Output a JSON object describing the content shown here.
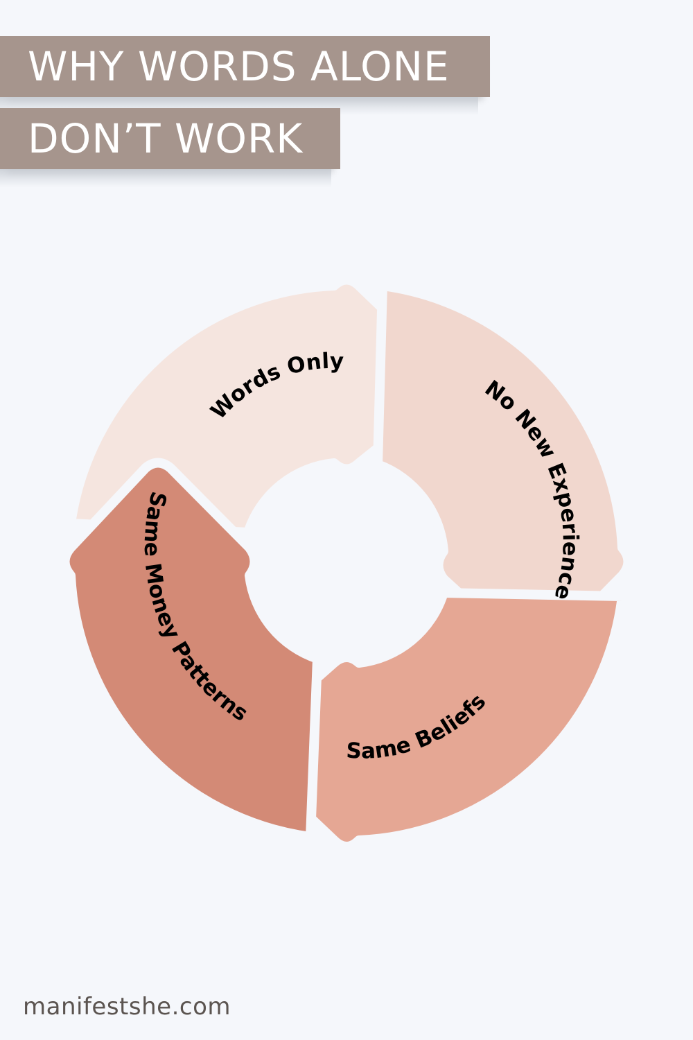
{
  "title": {
    "line1": "WHY WORDS ALONE",
    "line2": "DON’T WORK"
  },
  "cycle": {
    "segments": [
      {
        "label": "Words Only",
        "color": "#f5e5df"
      },
      {
        "label": "No New Experience",
        "color": "#f1d7ce"
      },
      {
        "label": "Same Beliefs",
        "color": "#e5a794"
      },
      {
        "label": "Same Money Patterns",
        "color": "#d38a76"
      }
    ]
  },
  "footer": {
    "site": "manifestshe.com"
  }
}
